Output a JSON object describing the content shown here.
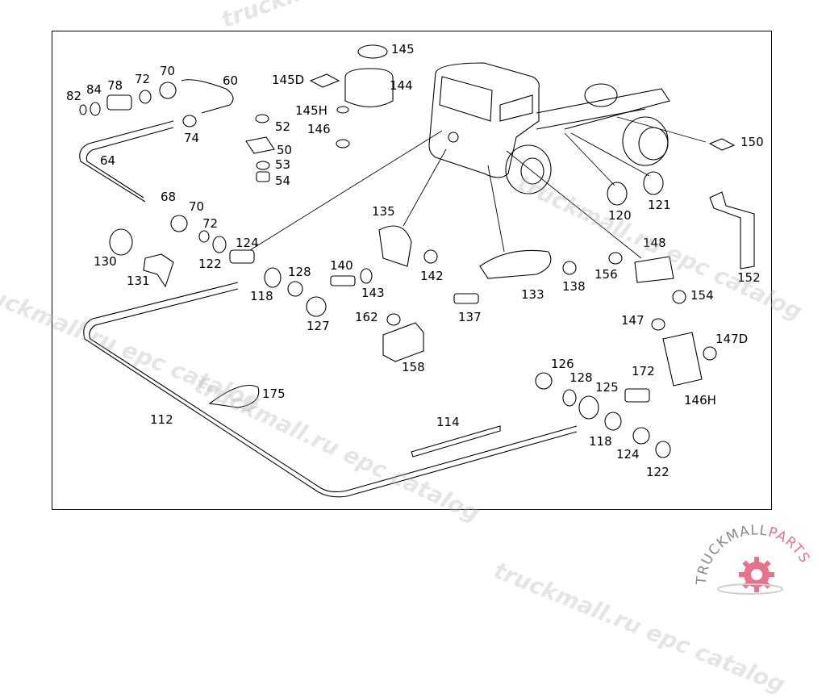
{
  "diagram": {
    "title": "Truck parts exploded view",
    "callouts": [
      {
        "id": "82",
        "text": "82"
      },
      {
        "id": "84",
        "text": "84"
      },
      {
        "id": "78",
        "text": "78"
      },
      {
        "id": "72a",
        "text": "72"
      },
      {
        "id": "70a",
        "text": "70"
      },
      {
        "id": "60",
        "text": "60"
      },
      {
        "id": "74",
        "text": "74"
      },
      {
        "id": "64",
        "text": "64"
      },
      {
        "id": "68",
        "text": "68"
      },
      {
        "id": "70b",
        "text": "70"
      },
      {
        "id": "72b",
        "text": "72"
      },
      {
        "id": "122a",
        "text": "122"
      },
      {
        "id": "124a",
        "text": "124"
      },
      {
        "id": "130",
        "text": "130"
      },
      {
        "id": "131",
        "text": "131"
      },
      {
        "id": "118a",
        "text": "118"
      },
      {
        "id": "128a",
        "text": "128"
      },
      {
        "id": "127",
        "text": "127"
      },
      {
        "id": "145",
        "text": "145"
      },
      {
        "id": "145D",
        "text": "145D"
      },
      {
        "id": "144",
        "text": "144"
      },
      {
        "id": "145H",
        "text": "145H"
      },
      {
        "id": "146",
        "text": "146"
      },
      {
        "id": "52",
        "text": "52"
      },
      {
        "id": "50",
        "text": "50"
      },
      {
        "id": "53",
        "text": "53"
      },
      {
        "id": "54",
        "text": "54"
      },
      {
        "id": "135",
        "text": "135"
      },
      {
        "id": "140",
        "text": "140"
      },
      {
        "id": "143",
        "text": "143"
      },
      {
        "id": "142",
        "text": "142"
      },
      {
        "id": "162",
        "text": "162"
      },
      {
        "id": "158",
        "text": "158"
      },
      {
        "id": "133",
        "text": "133"
      },
      {
        "id": "137",
        "text": "137"
      },
      {
        "id": "138",
        "text": "138"
      },
      {
        "id": "156",
        "text": "156"
      },
      {
        "id": "148",
        "text": "148"
      },
      {
        "id": "154",
        "text": "154"
      },
      {
        "id": "152",
        "text": "152"
      },
      {
        "id": "150",
        "text": "150"
      },
      {
        "id": "120",
        "text": "120"
      },
      {
        "id": "121",
        "text": "121"
      },
      {
        "id": "147",
        "text": "147"
      },
      {
        "id": "147D",
        "text": "147D"
      },
      {
        "id": "146H",
        "text": "146H"
      },
      {
        "id": "126",
        "text": "126"
      },
      {
        "id": "128b",
        "text": "128"
      },
      {
        "id": "125",
        "text": "125"
      },
      {
        "id": "172",
        "text": "172"
      },
      {
        "id": "118b",
        "text": "118"
      },
      {
        "id": "124b",
        "text": "124"
      },
      {
        "id": "122b",
        "text": "122"
      },
      {
        "id": "175",
        "text": "175"
      },
      {
        "id": "112",
        "text": "112"
      },
      {
        "id": "114",
        "text": "114"
      }
    ]
  },
  "watermarks": [
    "truckmall.ru epc catalog",
    "truckmall.ru epc catalog",
    "truckmall.ru epc catalog",
    "truckmall.ru epc catalog",
    "truckmall.ru epc catalog"
  ],
  "logo": {
    "text_gray": "TRUCKMALL",
    "text_pink": "PARTS",
    "color_gray": "#8a8a8a",
    "color_pink": "#e8728c"
  }
}
